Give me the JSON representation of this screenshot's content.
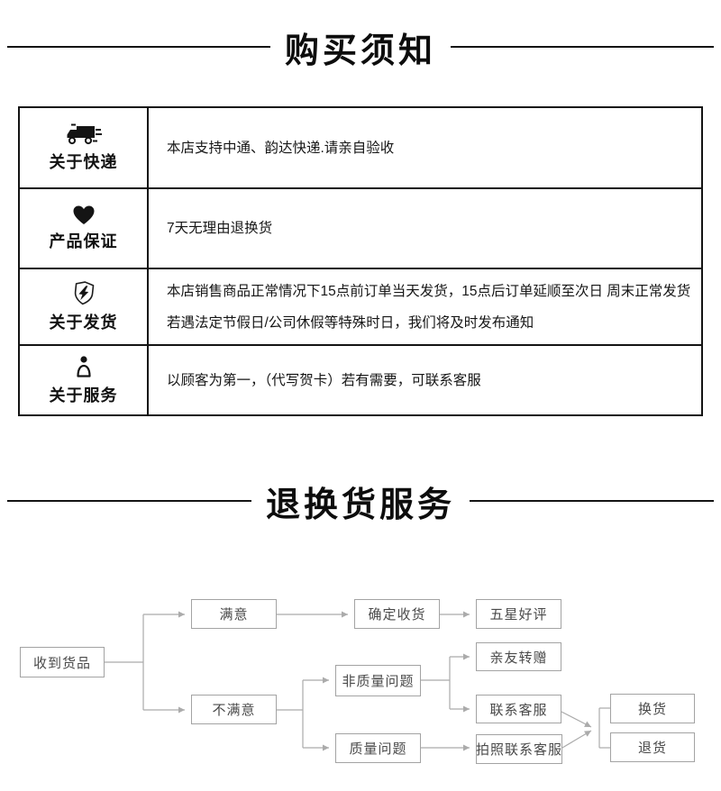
{
  "headers": {
    "purchase_notice": "购买须知",
    "return_service": "退换货服务"
  },
  "notice_table": {
    "rows": [
      {
        "icon": "truck-icon",
        "label": "关于快递",
        "lines": [
          "本店支持中通、韵达快递.请亲自验收"
        ]
      },
      {
        "icon": "heart-icon",
        "label": "产品保证",
        "lines": [
          "7天无理由退换货"
        ]
      },
      {
        "icon": "shield-bolt-icon",
        "label": "关于发货",
        "lines": [
          "本店销售商品正常情况下15点前订单当天发货，15点后订单延顺至次日 周末正常发货",
          "若遇法定节假日/公司休假等特殊时日，我们将及时发布通知"
        ]
      },
      {
        "icon": "person-icon",
        "label": "关于服务",
        "lines": [
          "以顾客为第一，（代写贺卡）若有需要，可联系客服"
        ]
      }
    ]
  },
  "flowchart": {
    "nodes": {
      "receive": "收到货品",
      "satisfied": "满意",
      "confirm": "确定收货",
      "five_star": "五星好评",
      "unsatisfied": "不满意",
      "non_quality": "非质量问题",
      "gift": "亲友转赠",
      "contact": "联系客服",
      "quality": "质量问题",
      "photo_contact": "拍照联系客服",
      "exchange": "换货",
      "return": "退货"
    }
  },
  "colors": {
    "ink": "#141414",
    "flow_border": "#a3a3a3",
    "flow_line": "#ababab",
    "flow_text": "#4a4a4a"
  }
}
